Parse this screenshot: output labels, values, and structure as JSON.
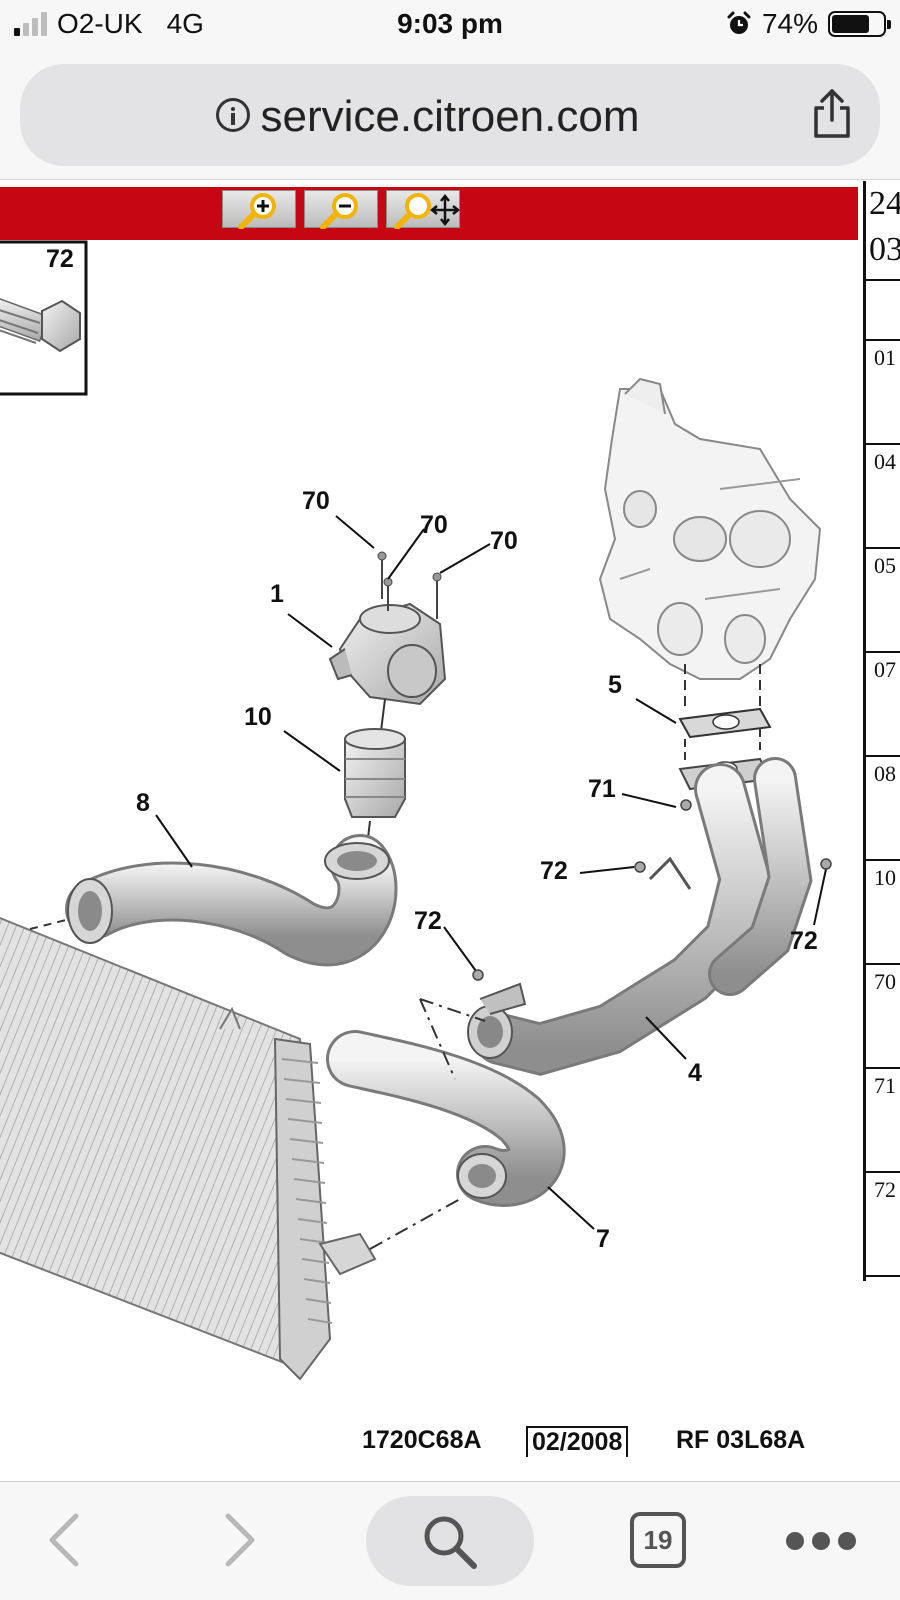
{
  "status": {
    "carrier": "O2-UK",
    "network": "4G",
    "time": "9:03 pm",
    "battery": "74%",
    "battery_level": 0.74
  },
  "browser": {
    "url": "service.citroen.com",
    "tab_count": "19"
  },
  "toolbar": {
    "buttons": [
      "zoom-in",
      "zoom-out",
      "zoom-pan"
    ]
  },
  "side_table": {
    "top_lines": [
      "24",
      "03"
    ],
    "rows": [
      "01",
      "04",
      "05",
      "07",
      "08",
      "10",
      "70",
      "71",
      "72"
    ]
  },
  "diagram": {
    "inset_label": "72",
    "callouts": [
      "70",
      "70",
      "70",
      "1",
      "10",
      "8",
      "5",
      "71",
      "72",
      "72",
      "72",
      "4",
      "7"
    ],
    "ref_code": "1720C68A",
    "date": "02/2008",
    "rf": "RF 03L68A"
  },
  "colors": {
    "toolbar": "#c60613"
  }
}
